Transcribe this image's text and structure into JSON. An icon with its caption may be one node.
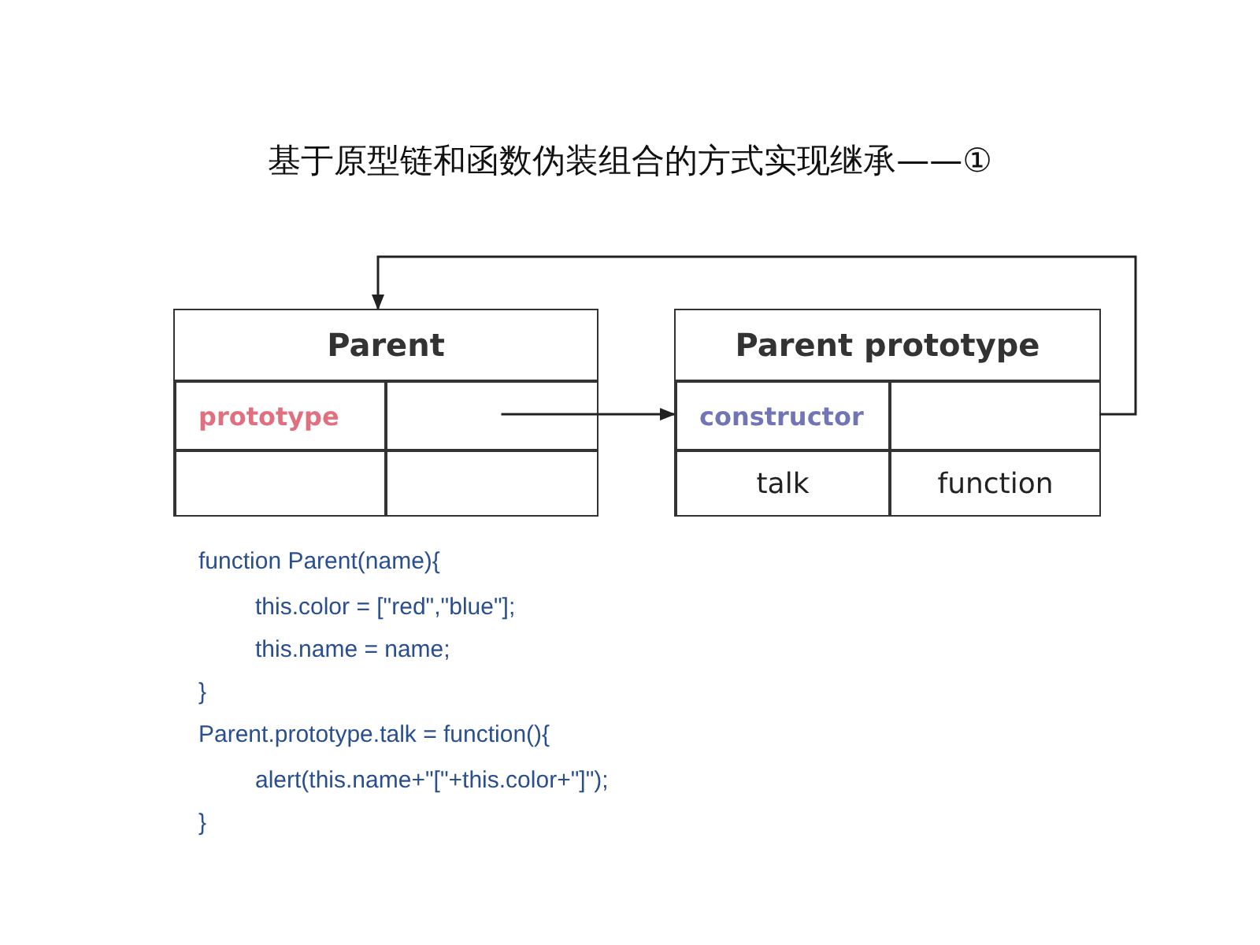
{
  "diagram": {
    "title": "基于原型链和函数伪装组合的方式实现继承——①",
    "nodes": [
      {
        "text": [
          "Parent"
        ]
      },
      {
        "text": [
          "prototype"
        ],
        "in": 0
      },
      {
        "text": [],
        "shape": "box",
        "in": 0
      },
      {
        "text": [],
        "shape": "box",
        "in": 0
      },
      {
        "text": [],
        "shape": "box",
        "in": 0
      },
      {
        "text": [
          "Parent prototype"
        ]
      },
      {
        "text": [
          "constructor"
        ],
        "in": 5
      },
      {
        "text": [],
        "shape": "box",
        "in": 5
      },
      {
        "text": [
          "talk"
        ],
        "in": 5
      },
      {
        "text": [
          "function"
        ],
        "in": 5
      }
    ],
    "edges": [
      {
        "from": 2,
        "to": 6,
        "arrow": "to"
      },
      {
        "from": 7,
        "to": 0,
        "arrow": "to"
      }
    ],
    "labels": [
      "function Parent(name){",
      "this.color = [\"red\",\"blue\"];",
      "this.name = name;",
      "}",
      "Parent.prototype.talk = function(){",
      "alert(this.name+\"[\"+this.color+\"]\");",
      "}"
    ]
  }
}
